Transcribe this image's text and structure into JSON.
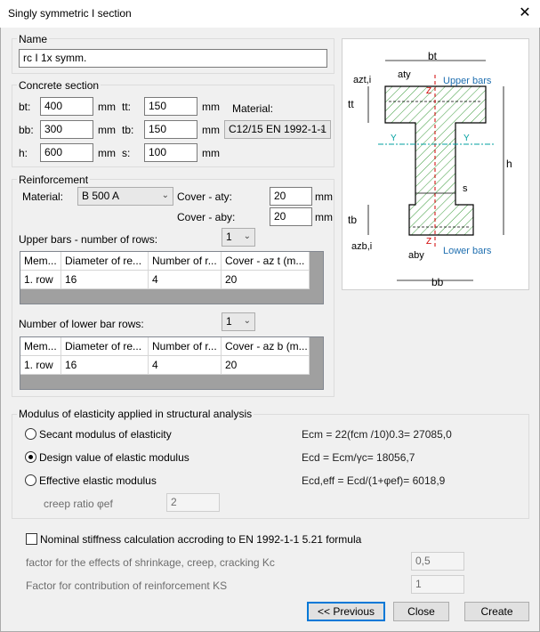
{
  "window": {
    "title": "Singly symmetric I section",
    "close_glyph": "✕"
  },
  "name_group": {
    "label": "Name",
    "value": "rc I 1x symm."
  },
  "concrete": {
    "label": "Concrete section",
    "bt_label": "bt:",
    "bt_value": "400",
    "bb_label": "bb:",
    "bb_value": "300",
    "h_label": "h:",
    "h_value": "600",
    "tt_label": "tt:",
    "tt_value": "150",
    "tb_label": "tb:",
    "tb_value": "150",
    "s_label": "s:",
    "s_value": "100",
    "unit": "mm",
    "material_label": "Material:",
    "material_value": "C12/15 EN 1992-1-1"
  },
  "reinforcement": {
    "label": "Reinforcement",
    "material_label": "Material:",
    "material_value": "B 500 A",
    "cover_aty_label": "Cover - aty:",
    "cover_aty_value": "20",
    "cover_aby_label": "Cover - aby:",
    "cover_aby_value": "20",
    "unit": "mm",
    "upper_rows_label": "Upper bars - number of rows:",
    "upper_rows_value": "1",
    "upper_table": {
      "headers": [
        "Mem...",
        "Diameter of re...",
        "Number of r...",
        "Cover - az t (m..."
      ],
      "rows": [
        [
          "1. row",
          "16",
          "4",
          "20"
        ]
      ]
    },
    "lower_rows_label": "Number of lower bar rows:",
    "lower_rows_value": "1",
    "lower_table": {
      "headers": [
        "Mem...",
        "Diameter of re...",
        "Number of r...",
        "Cover - az b (m..."
      ],
      "rows": [
        [
          "1. row",
          "16",
          "4",
          "20"
        ]
      ]
    }
  },
  "diagram": {
    "bt": "bt",
    "bb": "bb",
    "tt": "tt",
    "tb": "tb",
    "h": "h",
    "s": "s",
    "azti": "azt,i",
    "azbi": "azb,i",
    "aty": "aty",
    "aby": "aby",
    "upper_bars": "Upper bars",
    "lower_bars": "Lower bars",
    "z": "Z",
    "y": "Y"
  },
  "modulus": {
    "label": "Modulus of elasticity applied in structural analysis",
    "options": [
      {
        "label": "Secant modulus of elasticity",
        "selected": false,
        "formula": "Ecm = 22(fcm /10)0.3= 27085,0"
      },
      {
        "label": "Design value of elastic modulus",
        "selected": true,
        "formula": "Ecd = Ecm/γc= 18056,7"
      },
      {
        "label": "Effective elastic modulus",
        "selected": false,
        "formula": "Ecd,eff = Ecd/(1+φef)= 6018,9"
      }
    ],
    "creep_label": "creep ratio φef",
    "creep_value": "2"
  },
  "nominal": {
    "checkbox_label": "Nominal stiffness calculation accroding to EN 1992-1-1 5.21 formula",
    "kc_label": "factor for the effects of shrinkage, creep, cracking Kc",
    "kc_value": "0,5",
    "ks_label": "Factor for contribution of reinforcement KS",
    "ks_value": "1"
  },
  "buttons": {
    "previous": "<< Previous",
    "close": "Close",
    "create": "Create"
  },
  "colors": {
    "accent": "#0078d7",
    "hatch": "#3a9a3a",
    "axis_red": "#d00000",
    "axis_teal": "#00a0a0",
    "annot_blue": "#1f6fb0"
  }
}
